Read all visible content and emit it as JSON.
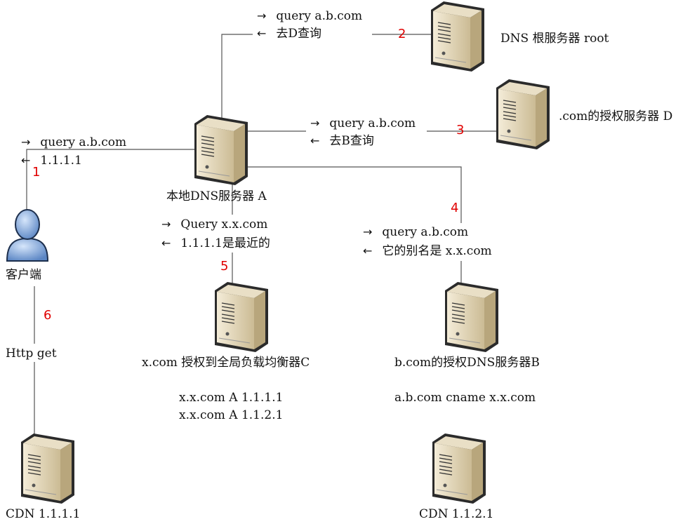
{
  "nodes": {
    "root_server": "DNS 根服务器 root",
    "com_server": ".com的授权服务器 D",
    "local_dns": "本地DNS服务器 A",
    "client": "客户端",
    "gslb": "x.com 授权到全局负载均衡器C",
    "bcom_server": "b.com的授权DNS服务器B",
    "cdn1": "CDN 1.1.1.1",
    "cdn2": "CDN 1.1.2.1"
  },
  "records": {
    "gslb_line1": "x.x.com A 1.1.1.1",
    "gslb_line2": "x.x.com A 1.1.2.1",
    "bcom_line1": "a.b.com cname x.x.com"
  },
  "messages": {
    "client_query": "query a.b.com",
    "client_reply": "1.1.1.1",
    "root_query": "query a.b.com",
    "root_reply": "去D查询",
    "com_query": "query a.b.com",
    "com_reply": "去B查询",
    "bcom_query": "query a.b.com",
    "bcom_reply": "它的别名是 x.x.com",
    "gslb_query": "Query x.x.com",
    "gslb_reply": "1.1.1.1是最近的",
    "http": "Http get"
  },
  "arrows": {
    "right": "→",
    "left": "←"
  },
  "steps": [
    "1",
    "2",
    "3",
    "4",
    "5",
    "6"
  ],
  "colors": {
    "step_number": "#e00000",
    "line": "#555555",
    "client_icon": "#7ea6d8"
  }
}
